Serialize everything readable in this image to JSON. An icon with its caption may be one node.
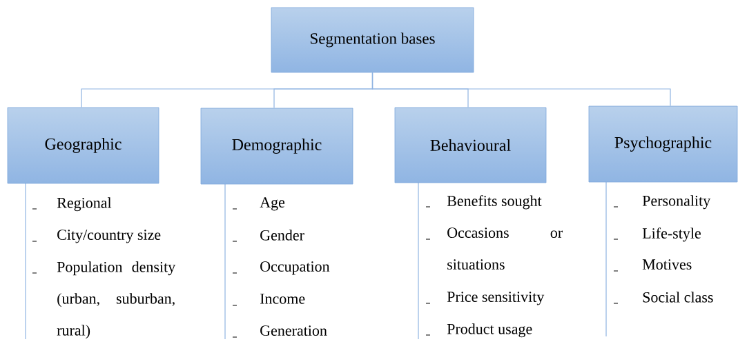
{
  "diagram": {
    "nodes": [
      {
        "text": [
          "Segmentation bases"
        ]
      },
      {
        "text": [
          "Geographic"
        ]
      },
      {
        "text": [
          "Demographic"
        ]
      },
      {
        "text": [
          "Behavioural"
        ]
      },
      {
        "text": [
          "Psychographic"
        ]
      }
    ],
    "edges": [
      {
        "from": 0,
        "to": 1,
        "arrow": "none"
      },
      {
        "from": 0,
        "to": 2,
        "arrow": "none"
      },
      {
        "from": 0,
        "to": 3,
        "arrow": "none"
      },
      {
        "from": 0,
        "to": 4,
        "arrow": "none"
      }
    ],
    "labels": [
      "Regional",
      "City/country size",
      "Population density (urban, suburban, rural)",
      "Age",
      "Gender",
      "Occupation",
      "Income",
      "Generation",
      "Benefits sought",
      "Occasions or situations",
      "Price sensitivity",
      "Product usage",
      "Personality",
      "Life-style",
      "Motives",
      "Social class"
    ]
  }
}
